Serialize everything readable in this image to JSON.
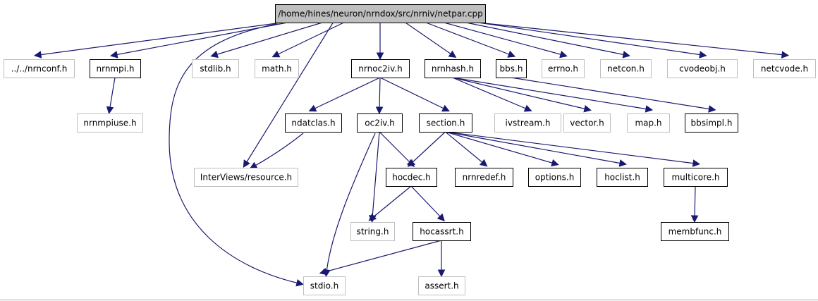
{
  "root": {
    "label": "/home/hines/neuron/nrndox/src/nrniv/netpar.cpp"
  },
  "nodes": {
    "nrnconf": {
      "label": "../../nrnconf.h",
      "kind": "external"
    },
    "nrnmpi": {
      "label": "nrnmpi.h",
      "kind": "documented"
    },
    "stdlib": {
      "label": "stdlib.h",
      "kind": "external"
    },
    "math": {
      "label": "math.h",
      "kind": "external"
    },
    "nrnoc2iv": {
      "label": "nrnoc2iv.h",
      "kind": "documented"
    },
    "nrnhash": {
      "label": "nrnhash.h",
      "kind": "documented"
    },
    "bbs": {
      "label": "bbs.h",
      "kind": "documented"
    },
    "errno": {
      "label": "errno.h",
      "kind": "external"
    },
    "netcon": {
      "label": "netcon.h",
      "kind": "external"
    },
    "cvodeobj": {
      "label": "cvodeobj.h",
      "kind": "external"
    },
    "netcvode": {
      "label": "netcvode.h",
      "kind": "external"
    },
    "nrnmpiuse": {
      "label": "nrnmpiuse.h",
      "kind": "external"
    },
    "ndatclas": {
      "label": "ndatclas.h",
      "kind": "documented"
    },
    "oc2iv": {
      "label": "oc2iv.h",
      "kind": "documented"
    },
    "section": {
      "label": "section.h",
      "kind": "documented"
    },
    "ivstream": {
      "label": "ivstream.h",
      "kind": "external"
    },
    "vector": {
      "label": "vector.h",
      "kind": "external"
    },
    "map": {
      "label": "map.h",
      "kind": "external"
    },
    "bbsimpl": {
      "label": "bbsimpl.h",
      "kind": "documented"
    },
    "resource": {
      "label": "InterViews/resource.h",
      "kind": "external"
    },
    "hocdec": {
      "label": "hocdec.h",
      "kind": "documented"
    },
    "nrnredef": {
      "label": "nrnredef.h",
      "kind": "documented"
    },
    "options": {
      "label": "options.h",
      "kind": "documented"
    },
    "hoclist": {
      "label": "hoclist.h",
      "kind": "documented"
    },
    "multicore": {
      "label": "multicore.h",
      "kind": "documented"
    },
    "string": {
      "label": "string.h",
      "kind": "external"
    },
    "hocassrt": {
      "label": "hocassrt.h",
      "kind": "documented"
    },
    "membfunc": {
      "label": "membfunc.h",
      "kind": "documented"
    },
    "stdio": {
      "label": "stdio.h",
      "kind": "external"
    },
    "assert": {
      "label": "assert.h",
      "kind": "external"
    }
  },
  "edges": [
    [
      "root",
      "nrnconf"
    ],
    [
      "root",
      "nrnmpi"
    ],
    [
      "root",
      "stdlib"
    ],
    [
      "root",
      "math"
    ],
    [
      "root",
      "nrnoc2iv"
    ],
    [
      "root",
      "nrnhash"
    ],
    [
      "root",
      "bbs"
    ],
    [
      "root",
      "errno"
    ],
    [
      "root",
      "netcon"
    ],
    [
      "root",
      "cvodeobj"
    ],
    [
      "root",
      "netcvode"
    ],
    [
      "root",
      "resource"
    ],
    [
      "root",
      "stdio"
    ],
    [
      "nrnmpi",
      "nrnmpiuse"
    ],
    [
      "nrnoc2iv",
      "ndatclas"
    ],
    [
      "nrnoc2iv",
      "oc2iv"
    ],
    [
      "nrnoc2iv",
      "section"
    ],
    [
      "nrnhash",
      "ivstream"
    ],
    [
      "nrnhash",
      "vector"
    ],
    [
      "nrnhash",
      "map"
    ],
    [
      "bbs",
      "bbsimpl"
    ],
    [
      "ndatclas",
      "resource"
    ],
    [
      "oc2iv",
      "hocdec"
    ],
    [
      "oc2iv",
      "string"
    ],
    [
      "oc2iv",
      "stdio"
    ],
    [
      "section",
      "hocdec"
    ],
    [
      "section",
      "nrnredef"
    ],
    [
      "section",
      "options"
    ],
    [
      "section",
      "hoclist"
    ],
    [
      "section",
      "multicore"
    ],
    [
      "hocdec",
      "string"
    ],
    [
      "hocdec",
      "hocassrt"
    ],
    [
      "hocassrt",
      "stdio"
    ],
    [
      "hocassrt",
      "assert"
    ],
    [
      "multicore",
      "membfunc"
    ]
  ],
  "colors": {
    "edge": "#191970",
    "documented_border": "#000000",
    "external_border": "#bfbfbf",
    "root_fill": "#bfbfbf"
  }
}
